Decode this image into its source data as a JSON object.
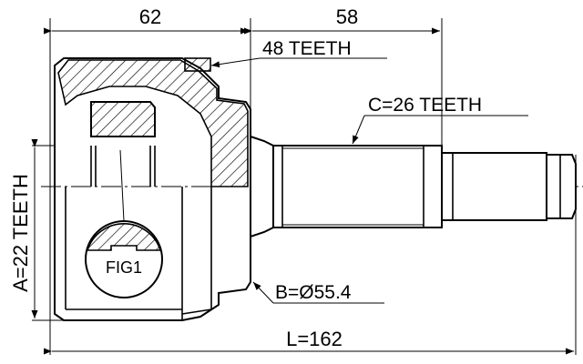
{
  "dimensions": {
    "top_left": "62",
    "top_right": "58",
    "total_length": "L=162"
  },
  "annotations": {
    "outer_teeth": "48 TEETH",
    "shaft_spline": "C=26 TEETH",
    "inner_spline": "A=22 TEETH",
    "bearing_diameter": "B=Ø55.4",
    "figure": "FIG1"
  }
}
